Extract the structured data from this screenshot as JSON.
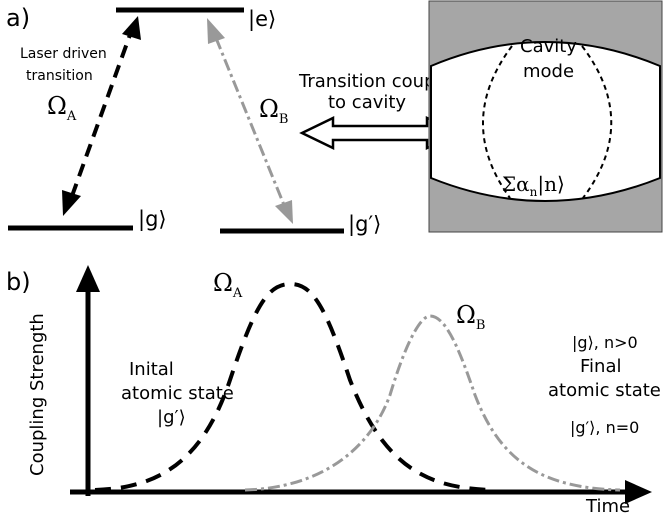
{
  "panel_a": {
    "label": "a)",
    "levels": {
      "excited": "|e⟩",
      "ground": "|g⟩",
      "ground_prime": "|g′⟩"
    },
    "laser_label_line1": "Laser driven",
    "laser_label_line2": "transition",
    "omega_a": {
      "symbol": "Ω",
      "sub": "A"
    },
    "omega_b": {
      "symbol": "Ω",
      "sub": "B"
    },
    "coupling_label_line1": "Transition coupled",
    "coupling_label_line2": "to cavity",
    "cavity_label_line1": "Cavity",
    "cavity_label_line2": "mode",
    "cavity_state": {
      "prefix": "Σα",
      "sub": "n",
      "suffix": "|n⟩"
    }
  },
  "panel_b": {
    "label": "b)",
    "y_axis_label": "Coupling Strength",
    "x_axis_label": "Time",
    "omega_a": {
      "symbol": "Ω",
      "sub": "A"
    },
    "omega_b": {
      "symbol": "Ω",
      "sub": "B"
    },
    "initial_line1": "Inital",
    "initial_line2": "atomic state",
    "initial_line3": "|g′⟩",
    "final_line1": "Final",
    "final_line2": "atomic state",
    "final_top_state": "|g⟩, n>0",
    "final_bottom_state": "|g′⟩, n=0"
  }
}
